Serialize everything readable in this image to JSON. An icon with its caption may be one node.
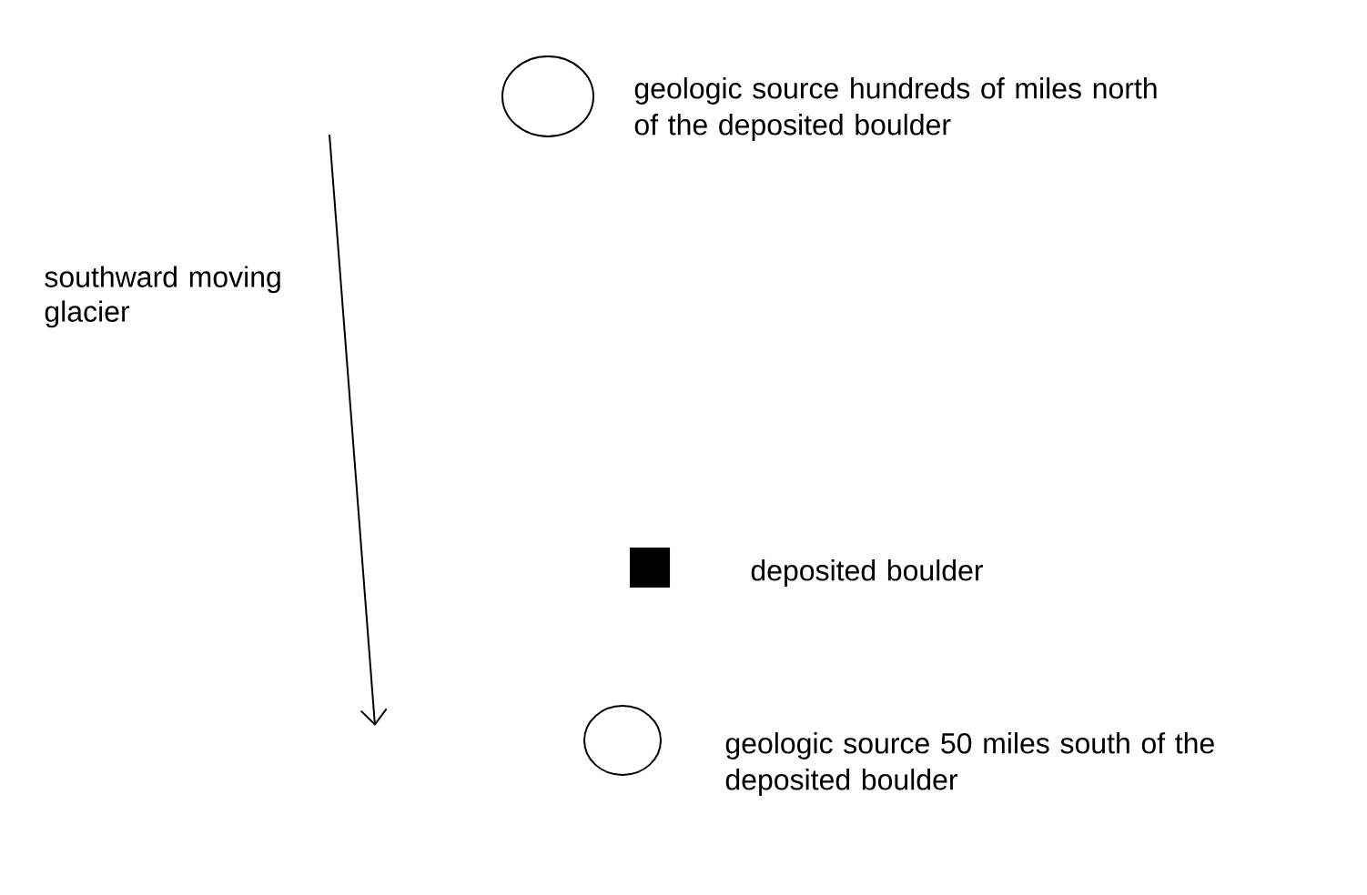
{
  "diagram": {
    "nodes": [
      {
        "text": [],
        "shape": "circle",
        "beside": [
          "geologic source hundreds of miles north of the deposited boulder"
        ]
      },
      {
        "text": [],
        "shape": "box",
        "beside": [
          "deposited boulder"
        ]
      },
      {
        "text": [],
        "shape": "circle",
        "beside": [
          "geologic source 50 miles south of the deposited boulder"
        ]
      }
    ],
    "edges": [],
    "labels": [
      "southward moving glacier"
    ]
  }
}
